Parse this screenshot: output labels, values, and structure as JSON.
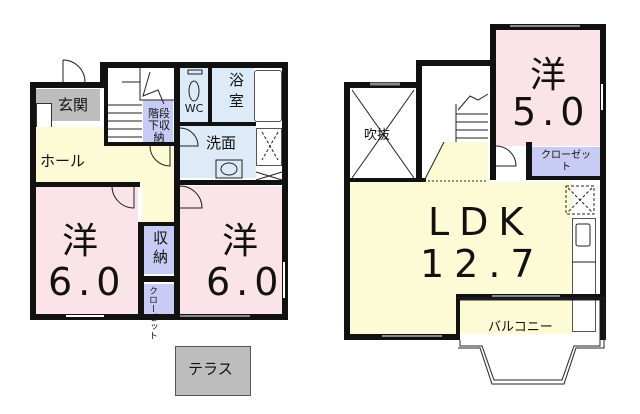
{
  "floor1": {
    "entrance": "玄関",
    "hall": "ホール",
    "stair_storage": "階段下収納",
    "wc": "WC",
    "bath": "浴室",
    "washroom": "洗面",
    "room_left": {
      "type": "洋",
      "size": "6.0"
    },
    "room_right": {
      "type": "洋",
      "size": "6.0"
    },
    "storage": "収納",
    "closet": "クローゼット",
    "terrace": "テラス"
  },
  "floor2": {
    "void": "吹抜",
    "room": {
      "type": "洋",
      "size": "5.0"
    },
    "closet": "クローゼット",
    "ldk": {
      "type": "LDK",
      "size": "12.7"
    },
    "balcony": "バルコニー"
  },
  "colors": {
    "western_room": "#fbe3ea",
    "hall_ldk": "#fdfad6",
    "wet_area": "#dcebf7",
    "storage": "#c8ccf4",
    "entrance_terrace": "#bdbdbd",
    "wall": "#111111"
  }
}
